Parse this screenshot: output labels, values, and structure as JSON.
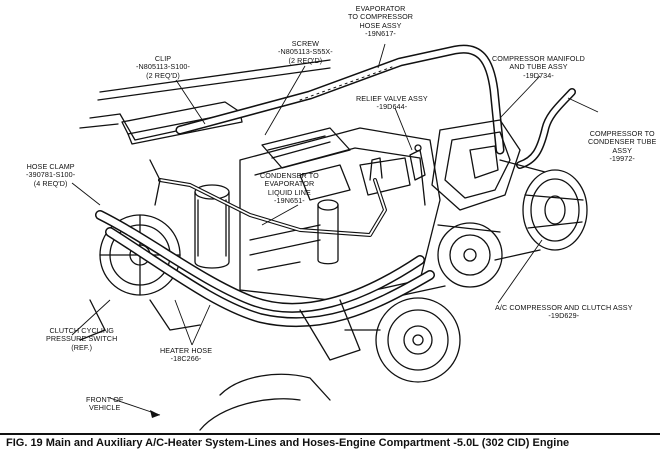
{
  "labels": {
    "evaporator_hose": [
      "EVAPORATOR",
      "TO COMPRESSOR",
      "HOSE ASSY",
      "-19N617-"
    ],
    "clip": [
      "CLIP",
      "-N805113-S100-",
      "(2 REQ'D)"
    ],
    "screw": [
      "SCREW",
      "-N805113-S55X-",
      "(2 REQ'D)"
    ],
    "compressor_manifold": [
      "COMPRESSOR MANIFOLD",
      "AND TUBE ASSY",
      "-19D734-"
    ],
    "relief_valve": [
      "RELIEF VALVE ASSY",
      "-19D644-"
    ],
    "compressor_condenser": [
      "COMPRESSOR TO",
      "CONDENSER TUBE",
      "ASSY",
      "-19972-"
    ],
    "hose_clamp": [
      "HOSE CLAMP",
      "-390781-S100-",
      "(4 REQ'D)"
    ],
    "condenser_liquid": [
      "CONDENSER TO",
      "EVAPORATOR",
      "LIQUID LINE",
      "-19N651-"
    ],
    "ac_compressor": [
      "A/C COMPRESSOR AND CLUTCH ASSY",
      "-19D629-"
    ],
    "clutch_switch": [
      "CLUTCH CYCLING",
      "PRESSURE SWITCH",
      "(REF.)"
    ],
    "heater_hose": [
      "HEATER HOSE",
      "-18C266-"
    ],
    "front_vehicle": [
      "FRONT OF",
      "VEHICLE"
    ]
  },
  "caption": "FIG. 19 Main and Auxiliary A/C-Heater System-Lines and Hoses-Engine Compartment -5.0L (302 CID) Engine"
}
